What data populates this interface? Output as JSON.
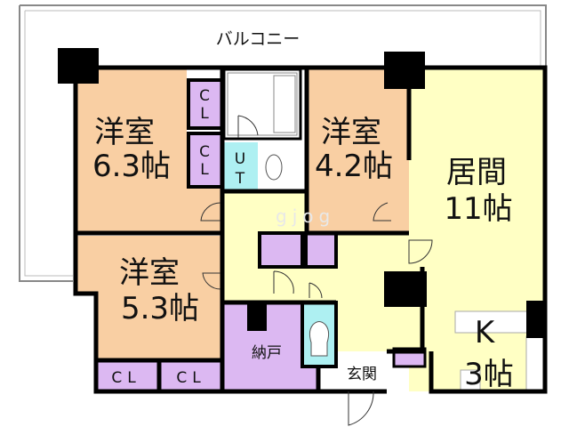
{
  "plan": {
    "balcony": "バルコニー",
    "rooms": {
      "western_1": {
        "name": "洋室",
        "size": "6.3帖"
      },
      "western_2": {
        "name": "洋室",
        "size": "4.2帖"
      },
      "western_3": {
        "name": "洋室",
        "size": "5.3帖"
      },
      "living": {
        "name": "居間",
        "size": "11帖"
      },
      "kitchen": {
        "name": "K",
        "size": "3帖"
      },
      "utility": {
        "line1": "U",
        "line2": "T"
      },
      "storage": "納戸",
      "entrance": "玄関",
      "closet_v": {
        "line1": "C",
        "line2": "L"
      },
      "closet_h": "CL"
    },
    "watermark": "gjog"
  },
  "colors": {
    "western": "#f9cfa3",
    "living": "#ffffc4",
    "closet": "#dcb8f2",
    "wet": "#aef0f2",
    "wall": "#000000"
  }
}
